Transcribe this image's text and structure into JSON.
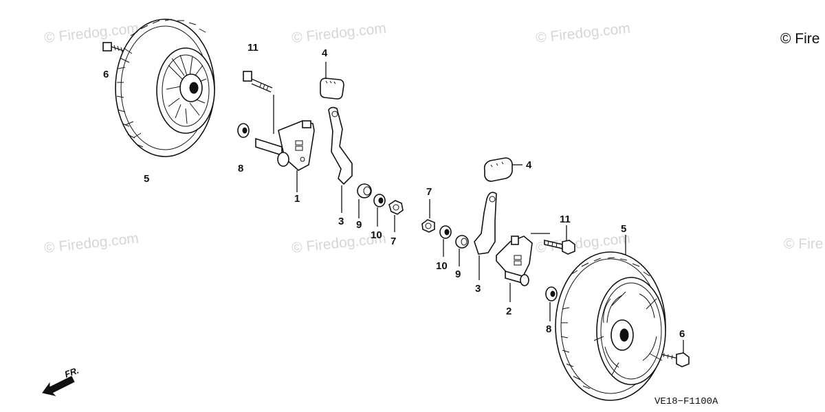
{
  "watermarks": [
    "© Firedog.com",
    "© Firedog.com",
    "© Firedog.com",
    "© Fire",
    "© Firedog.com",
    "© Firedog.com",
    "© Firedog.com",
    "© Fire"
  ],
  "callouts": {
    "c1": "1",
    "c2": "2",
    "c3a": "3",
    "c3b": "3",
    "c4a": "4",
    "c4b": "4",
    "c5a": "5",
    "c5b": "5",
    "c6a": "6",
    "c6b": "6",
    "c7a": "7",
    "c7b": "7",
    "c8a": "8",
    "c8b": "8",
    "c9a": "9",
    "c9b": "9",
    "c10a": "10",
    "c10b": "10",
    "c11a": "11",
    "c11b": "11"
  },
  "direction_label": "FR.",
  "diagram_code": "VE18−F1100A"
}
